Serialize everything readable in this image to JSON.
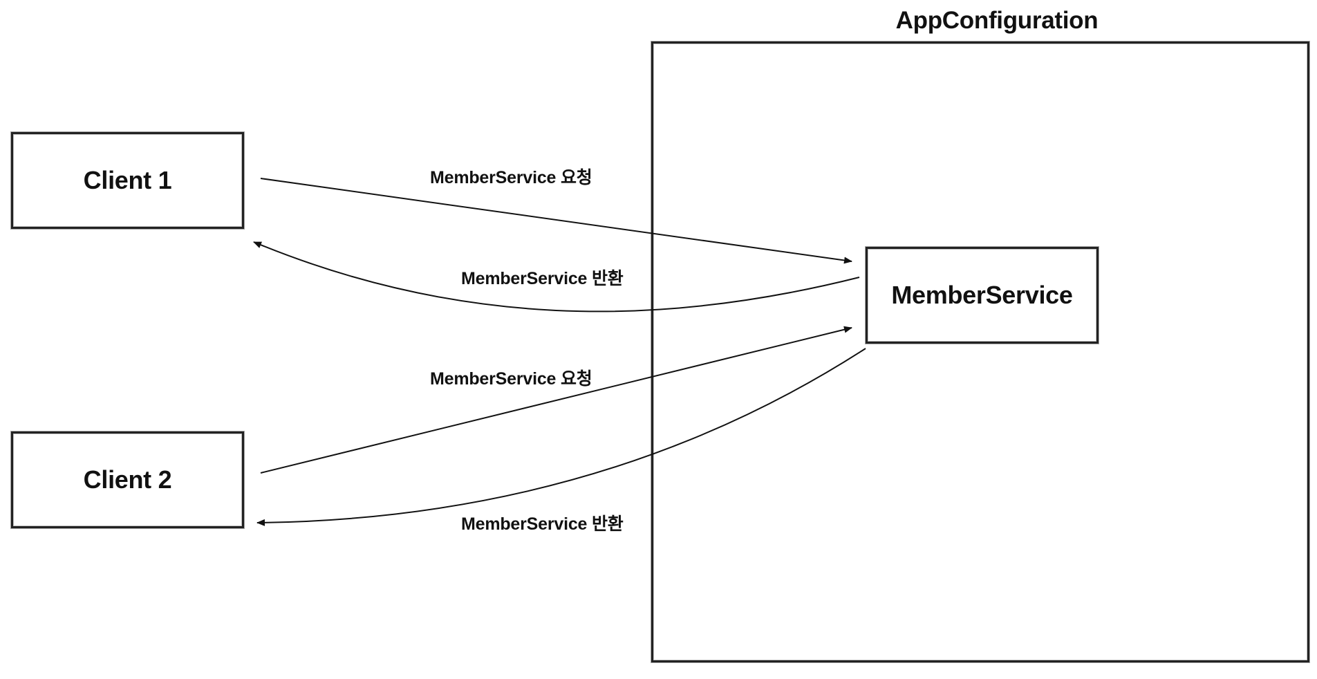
{
  "container": {
    "title": "AppConfiguration"
  },
  "nodes": {
    "client1": "Client 1",
    "client2": "Client 2",
    "member_service": "MemberService"
  },
  "edges": {
    "client1_request": "MemberService 요청",
    "client1_return": "MemberService 반환",
    "client2_request": "MemberService 요청",
    "client2_return": "MemberService 반환"
  }
}
